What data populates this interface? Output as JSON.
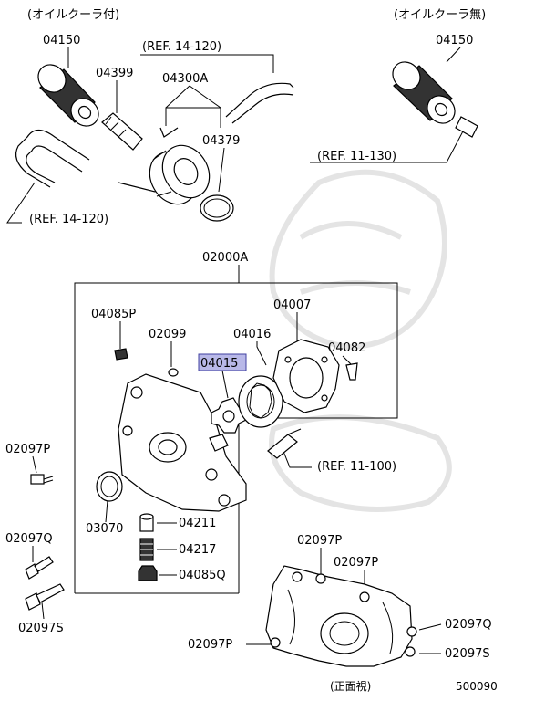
{
  "header": {
    "with_cooler": "(オイルクーラ付)",
    "without_cooler": "(オイルクーラ無)"
  },
  "parts": {
    "p04150_left": "04150",
    "p04399": "04399",
    "p04300A": "04300A",
    "p04379": "04379",
    "p04150_right": "04150",
    "p02000A": "02000A",
    "p04085P": "04085P",
    "p02099": "02099",
    "p04016": "04016",
    "p04007": "04007",
    "p04015": "04015",
    "p04082": "04082",
    "p02097P_left": "02097P",
    "p03070": "03070",
    "p04211": "04211",
    "p04217": "04217",
    "p04085Q": "04085Q",
    "p02097Q_left": "02097Q",
    "p02097S_left": "02097S",
    "p02097P_front_a": "02097P",
    "p02097P_front_b": "02097P",
    "p02097P_front_c": "02097P",
    "p02097Q_front": "02097Q",
    "p02097S_front": "02097S"
  },
  "refs": {
    "ref_top": "(REF. 14-120)",
    "ref_left": "(REF. 14-120)",
    "ref_right": "(REF. 11-130)",
    "ref_pump": "(REF. 11-100)"
  },
  "front_view": "(正面視)",
  "diagram_id": "500090",
  "colors": {
    "highlight": "#b8b8e8",
    "line": "#000000"
  }
}
